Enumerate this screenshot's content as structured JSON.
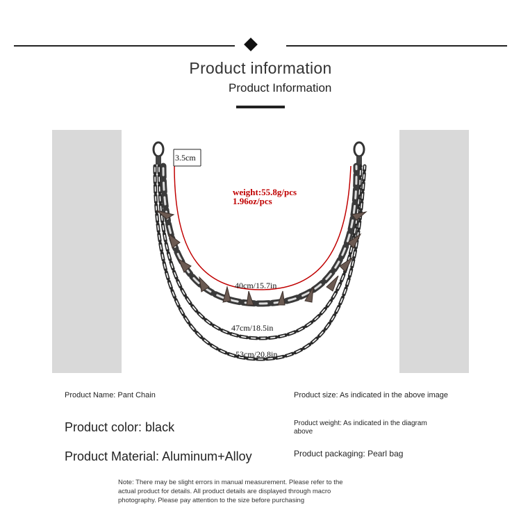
{
  "header": {
    "title": "Product information",
    "subtitle": "Product Information"
  },
  "figure": {
    "dimension_top": "3.5cm",
    "weight_line1": "weight:55.8g/pcs",
    "weight_line2": "1.96oz/pcs",
    "length_inner": "40cm/15.7in",
    "length_middle": "47cm/18.5in",
    "length_outer": "53cm/20.8in",
    "accent_color": "#c00000"
  },
  "details": {
    "name": "Product Name: Pant Chain",
    "color": "Product color: black",
    "material": "Product Material: Aluminum+Alloy",
    "size": "Product size: As indicated in the above image",
    "weight_line1": "Product weight: As indicated in the diagram",
    "weight_line2": "above",
    "packaging": "Product packaging: Pearl bag"
  },
  "note": {
    "line1": "Note: There may be slight errors in manual measurement. Please refer to the",
    "line2": "actual product for details. All product details are displayed through macro",
    "line3": "photography. Please pay attention to the size before purchasing"
  }
}
